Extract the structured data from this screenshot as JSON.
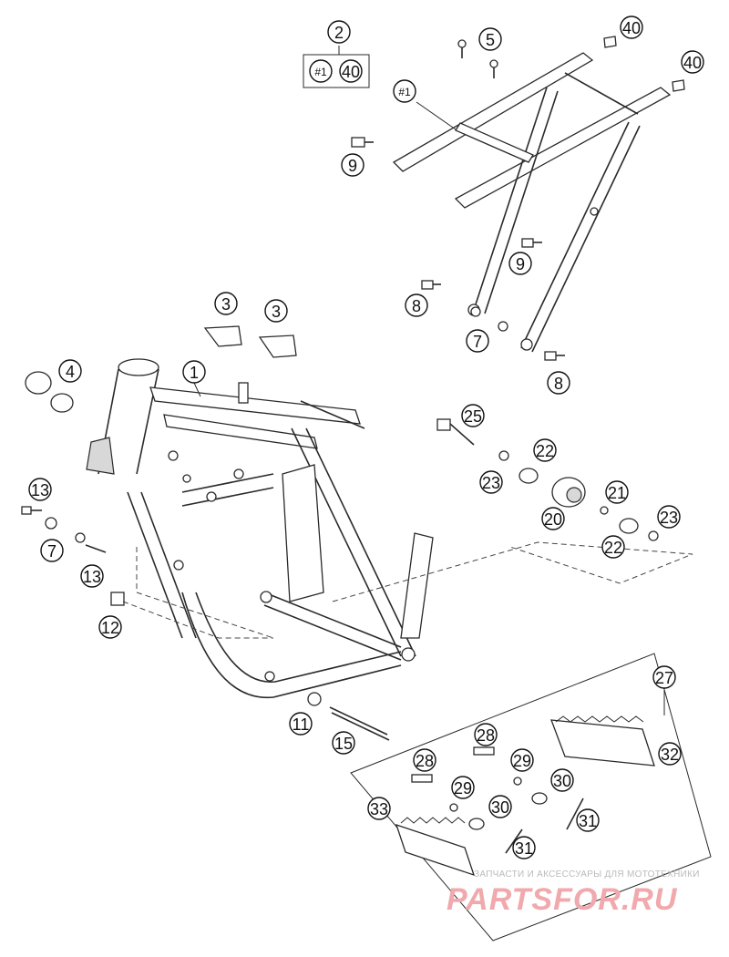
{
  "callouts": {
    "c1": "1",
    "c2": "2",
    "c2a": "#1",
    "c2b": "40",
    "c3a": "3",
    "c3b": "3",
    "c4": "4",
    "c5": "5",
    "c7a": "7",
    "c7b": "7",
    "c8a": "8",
    "c8b": "8",
    "c9a": "9",
    "c9b": "9",
    "c11": "11",
    "c12": "12",
    "c13a": "13",
    "c13b": "13",
    "c15": "15",
    "c20": "20",
    "c21": "21",
    "c22a": "22",
    "c22b": "22",
    "c23a": "23",
    "c23b": "23",
    "c25": "25",
    "c27": "27",
    "c28a": "28",
    "c28b": "28",
    "c29a": "29",
    "c29b": "29",
    "c30a": "30",
    "c30b": "30",
    "c31a": "31",
    "c31b": "31",
    "c32": "32",
    "c33": "33",
    "c40a": "40",
    "c40b": "40",
    "csub": "#1"
  },
  "watermark": {
    "line1": "ЗАПЧАСТИ И АКСЕССУАРЫ ДЛЯ МОТОТЕХНИКИ",
    "brand": "PARTSFOR.RU"
  },
  "colors": {
    "line": "#2a2a2a",
    "watermark_brand": "#f0a9ad"
  }
}
